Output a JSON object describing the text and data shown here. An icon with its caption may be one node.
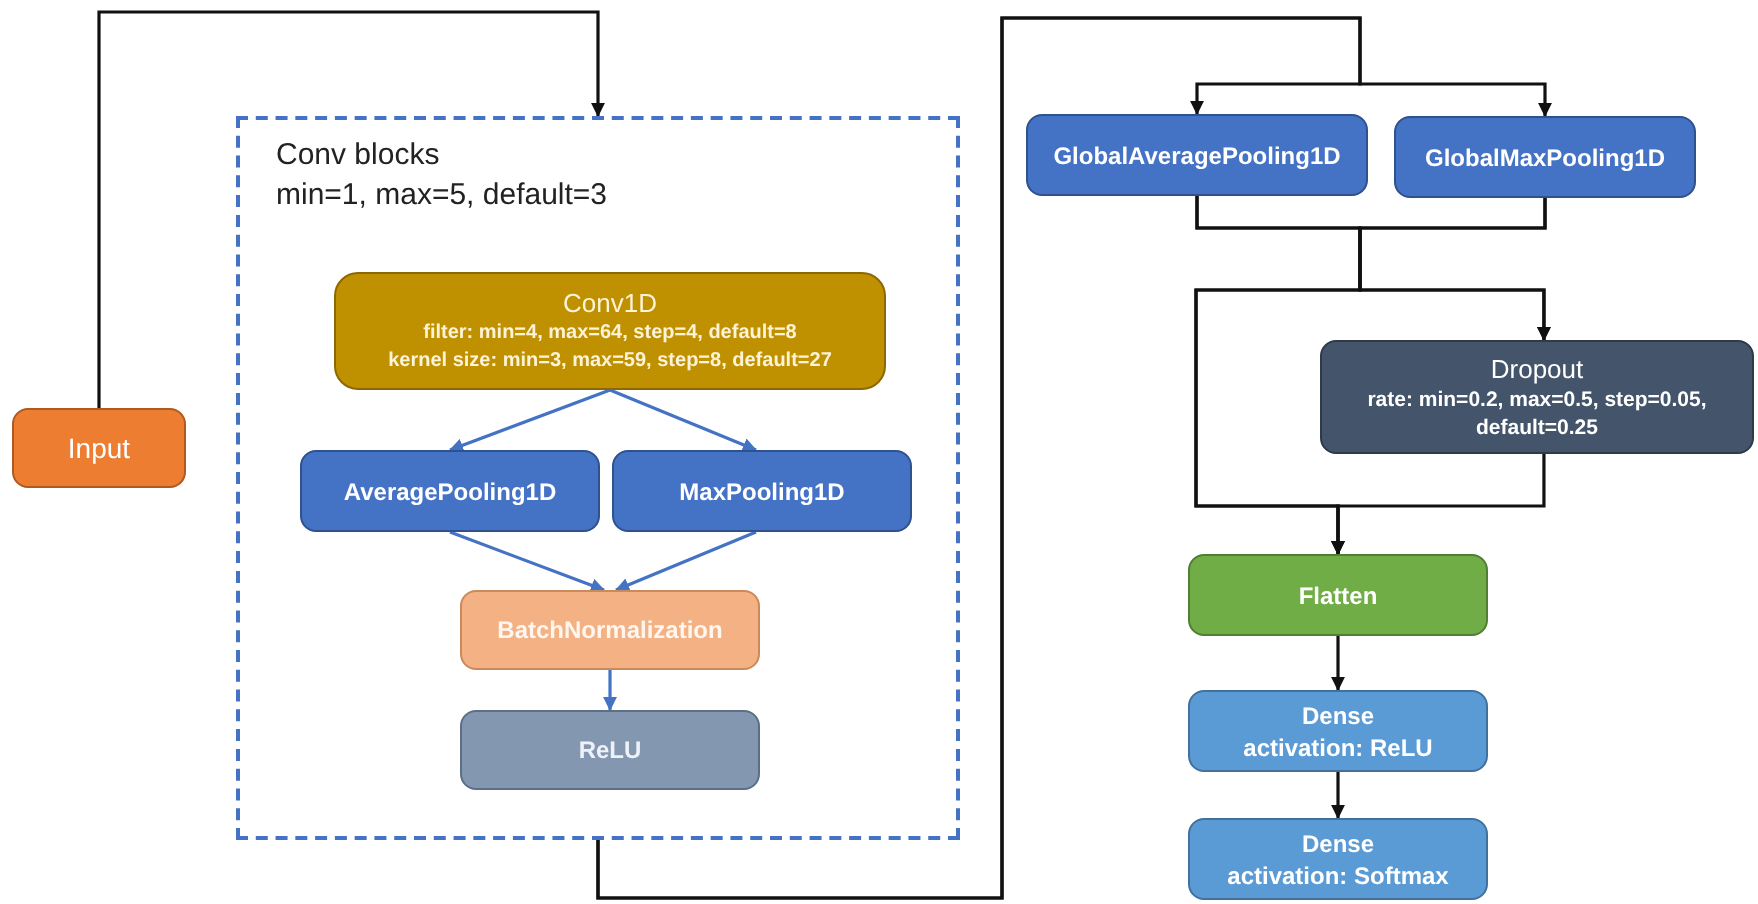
{
  "diagram": {
    "nodes": [
      {
        "text": [
          "Input"
        ]
      },
      {
        "text": [
          "Conv blocks",
          "min=1, max=5, default=3"
        ]
      },
      {
        "text": [
          "Conv1D",
          "filter: min=4, max=64, step=4, default=8",
          "kernel size: min=3, max=59, step=8, default=27"
        ],
        "in": 1
      },
      {
        "text": [
          "AveragePooling1D"
        ],
        "in": 1
      },
      {
        "text": [
          "MaxPooling1D"
        ],
        "in": 1
      },
      {
        "text": [
          "BatchNormalization"
        ],
        "in": 1
      },
      {
        "text": [
          "ReLU"
        ],
        "in": 1
      },
      {
        "text": [
          "GlobalAveragePooling1D"
        ]
      },
      {
        "text": [
          "GlobalMaxPooling1D"
        ]
      },
      {
        "text": [
          "Dropout",
          "rate: min=0.2, max=0.5, step=0.05, default=0.25"
        ]
      },
      {
        "text": [
          "Flatten"
        ]
      },
      {
        "text": [
          "Dense",
          "activation: ReLU"
        ]
      },
      {
        "text": [
          "Dense",
          "activation: Softmax"
        ]
      }
    ],
    "edges": [
      {
        "from": 0,
        "to": 1,
        "arrow": "to"
      },
      {
        "from": 2,
        "to": 3,
        "arrow": "to",
        "color": "#4472c4"
      },
      {
        "from": 2,
        "to": 4,
        "arrow": "to",
        "color": "#4472c4"
      },
      {
        "from": 3,
        "to": 5,
        "arrow": "to",
        "color": "#4472c4"
      },
      {
        "from": 4,
        "to": 5,
        "arrow": "to",
        "color": "#4472c4"
      },
      {
        "from": 5,
        "to": 6,
        "arrow": "to",
        "color": "#4472c4"
      },
      {
        "from": 1,
        "to": 7,
        "arrow": "to"
      },
      {
        "from": 1,
        "to": 8,
        "arrow": "to"
      },
      {
        "from": 7,
        "to": 9,
        "arrow": "to"
      },
      {
        "from": 8,
        "to": 9,
        "arrow": "to"
      },
      {
        "from": 7,
        "to": 10,
        "arrow": "to"
      },
      {
        "from": 8,
        "to": 10,
        "arrow": "to"
      },
      {
        "from": 9,
        "to": 10,
        "arrow": "to"
      },
      {
        "from": 10,
        "to": 11,
        "arrow": "to"
      },
      {
        "from": 11,
        "to": 12,
        "arrow": "to"
      }
    ]
  }
}
